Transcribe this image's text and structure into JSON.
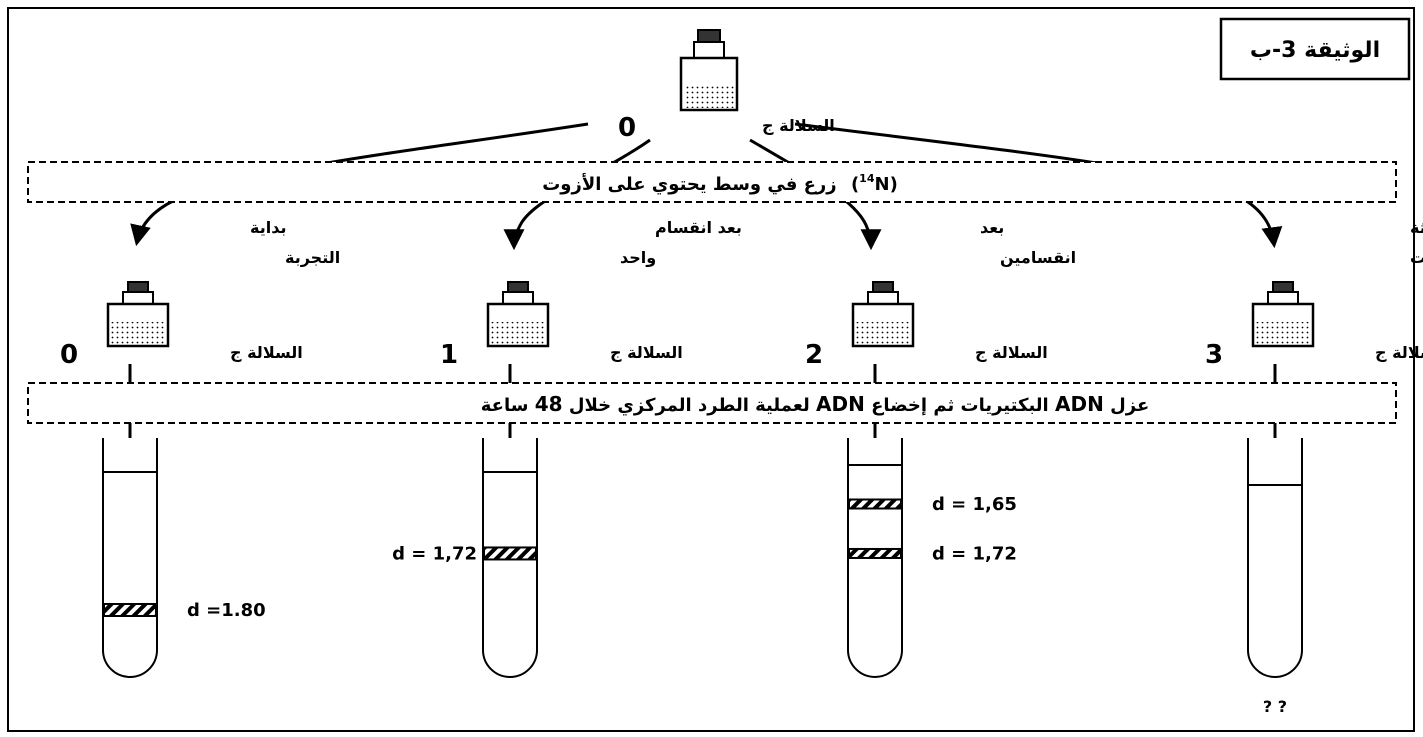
{
  "document_label": "الوثيقة 3-ب",
  "parent_strain": {
    "label": "السلالة ج",
    "index": "0"
  },
  "medium_text": "زرع في وسط يحتوي على الأزوت",
  "medium_isotope_mass": "14",
  "medium_isotope_symbol": "N",
  "extraction_text": {
    "part1": "عزل",
    "adn1": "ADN",
    "part2": "البكتيريات ثم إخضاع",
    "adn2": "ADN",
    "part3": "لعملية الطرد المركزي خلال",
    "hours": "48",
    "part4": "ساعة"
  },
  "branches": [
    {
      "time_line1": "بداية",
      "time_line2": "التجربة",
      "strain": "السلالة ج",
      "index": "0",
      "bands": [
        {
          "label": "d =1.80",
          "density": 1.8
        }
      ],
      "unknown": ""
    },
    {
      "time_line1": "بعد انقسام",
      "time_line2": "واحد",
      "strain": "السلالة ج",
      "index": "1",
      "bands": [
        {
          "label": "d = 1,72",
          "density": 1.72
        }
      ],
      "unknown": ""
    },
    {
      "time_line1": "بعد",
      "time_line2": "انقسامين",
      "strain": "السلالة ج",
      "index": "2",
      "bands": [
        {
          "label": "d =  1,65",
          "density": 1.65
        },
        {
          "label": "d = 1,72",
          "density": 1.72
        }
      ],
      "unknown": ""
    },
    {
      "time_line1": "بعد ثلاثة",
      "time_line2": "انقسامات",
      "strain": "السلالة ج",
      "index": "3",
      "bands": [],
      "unknown": "? ?"
    }
  ]
}
